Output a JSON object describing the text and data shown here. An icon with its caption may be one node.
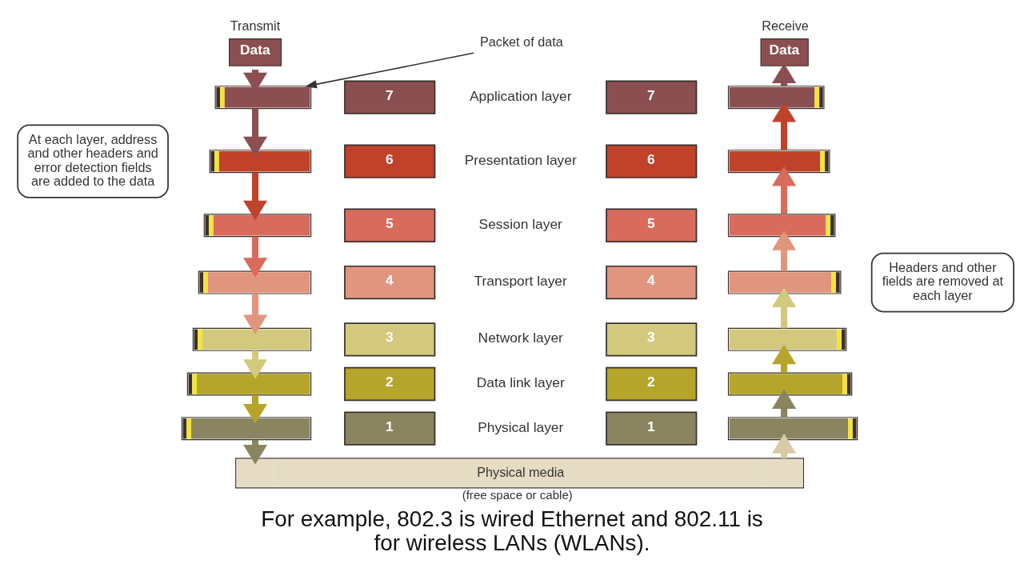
{
  "diagram": {
    "caption": "For example, 802.3 is wired Ethernet and 802.11 is for wireless LANs (WLANs).",
    "nodes": [
      {
        "text": [
          "Transmit",
          "Data"
        ]
      },
      {
        "text": [
          "Packet of data"
        ]
      },
      {
        "text": [
          "Receive",
          "Data"
        ]
      },
      {
        "text": [],
        "shape": "bar"
      },
      {
        "text": [
          "7"
        ]
      },
      {
        "text": [
          "7"
        ]
      },
      {
        "text": [],
        "shape": "bar"
      },
      {
        "text": [
          "At each layer, address and other headers and error detection fields are added to the data"
        ]
      },
      {
        "text": [],
        "shape": "bar"
      },
      {
        "text": [
          "6"
        ]
      },
      {
        "text": [
          "6"
        ]
      },
      {
        "text": [],
        "shape": "bar"
      },
      {
        "text": [
          "Headers and other fields are removed at each layer"
        ]
      },
      {
        "text": [],
        "shape": "bar"
      },
      {
        "text": [
          "5"
        ]
      },
      {
        "text": [
          "5"
        ]
      },
      {
        "text": [],
        "shape": "bar"
      },
      {
        "text": [],
        "shape": "bar"
      },
      {
        "text": [
          "4"
        ]
      },
      {
        "text": [
          "4"
        ]
      },
      {
        "text": [],
        "shape": "bar"
      },
      {
        "text": [],
        "shape": "bar"
      },
      {
        "text": [
          "3"
        ]
      },
      {
        "text": [
          "3"
        ]
      },
      {
        "text": [],
        "shape": "bar"
      },
      {
        "text": [],
        "shape": "bar"
      },
      {
        "text": [
          "2"
        ]
      },
      {
        "text": [
          "2"
        ]
      },
      {
        "text": [],
        "shape": "bar"
      },
      {
        "text": [],
        "shape": "bar"
      },
      {
        "text": [
          "1"
        ]
      },
      {
        "text": [
          "1"
        ]
      },
      {
        "text": [],
        "shape": "bar"
      },
      {
        "text": [
          "Physical media"
        ],
        "beside": [
          "(free space or cable)"
        ]
      }
    ],
    "edges": [
      {
        "from": 0,
        "to": 3,
        "arrow": "to",
        "color": "#8b4f52"
      },
      {
        "from": 3,
        "to": 8,
        "arrow": "to",
        "color": "#8b4f52"
      },
      {
        "from": 8,
        "to": 13,
        "arrow": "to",
        "color": "#c0422a"
      },
      {
        "from": 13,
        "to": 17,
        "arrow": "to",
        "color": "#d96b5c"
      },
      {
        "from": 17,
        "to": 21,
        "arrow": "to",
        "color": "#e0957e"
      },
      {
        "from": 21,
        "to": 25,
        "arrow": "to",
        "color": "#d3c97e"
      },
      {
        "from": 25,
        "to": 29,
        "arrow": "to",
        "color": "#b5a52b"
      },
      {
        "from": 29,
        "to": 33,
        "arrow": "to",
        "color": "#8a8560"
      },
      {
        "from": 33,
        "to": 32,
        "arrow": "to",
        "color": "#d8caa6"
      },
      {
        "from": 32,
        "to": 28,
        "arrow": "to",
        "color": "#8a8560"
      },
      {
        "from": 28,
        "to": 24,
        "arrow": "to",
        "color": "#b5a52b"
      },
      {
        "from": 24,
        "to": 20,
        "arrow": "to",
        "color": "#d3c97e"
      },
      {
        "from": 20,
        "to": 16,
        "arrow": "to",
        "color": "#e0957e"
      },
      {
        "from": 16,
        "to": 11,
        "arrow": "to",
        "color": "#d96b5c"
      },
      {
        "from": 11,
        "to": 6,
        "arrow": "to",
        "color": "#c0422a"
      },
      {
        "from": 6,
        "to": 2,
        "arrow": "to",
        "color": "#8b4f52"
      },
      {
        "from": 1,
        "to": 3,
        "arrow": "to"
      }
    ],
    "labels": [
      "Application layer",
      "Presentation layer",
      "Session layer",
      "Transport layer",
      "Network layer",
      "Data link layer",
      "Physical layer"
    ]
  }
}
